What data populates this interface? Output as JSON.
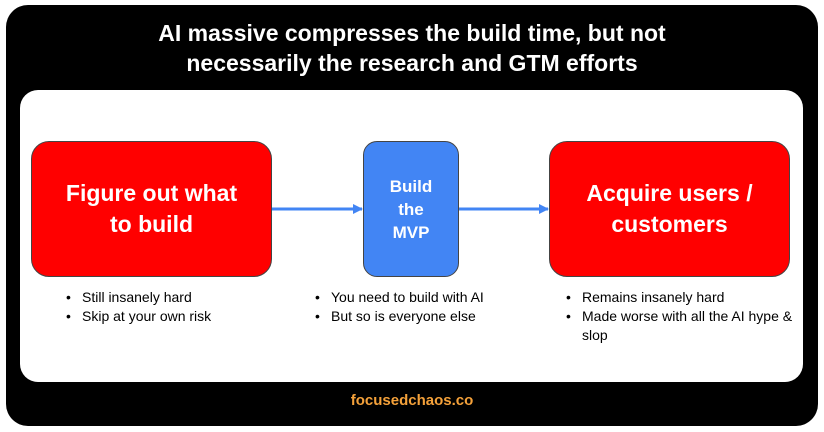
{
  "title": {
    "line1": "AI massive compresses the build time, but not",
    "line2": "necessarily the research and GTM efforts"
  },
  "steps": [
    {
      "label_lines": [
        "Figure out what",
        "to build"
      ],
      "color": "#ff0000",
      "bullets": [
        "Still insanely hard",
        "Skip at your own risk"
      ]
    },
    {
      "label_lines": [
        "Build",
        "the",
        "MVP"
      ],
      "color": "#4285f4",
      "bullets": [
        "You need to build with AI",
        "But so is everyone else"
      ]
    },
    {
      "label_lines": [
        "Acquire users /",
        "customers"
      ],
      "color": "#ff0000",
      "bullets": [
        "Remains insanely hard",
        "Made worse with all the AI hype & slop"
      ]
    }
  ],
  "arrow_color": "#4285f4",
  "footer": "focusedchaos.co",
  "footer_color": "#f4a13a"
}
